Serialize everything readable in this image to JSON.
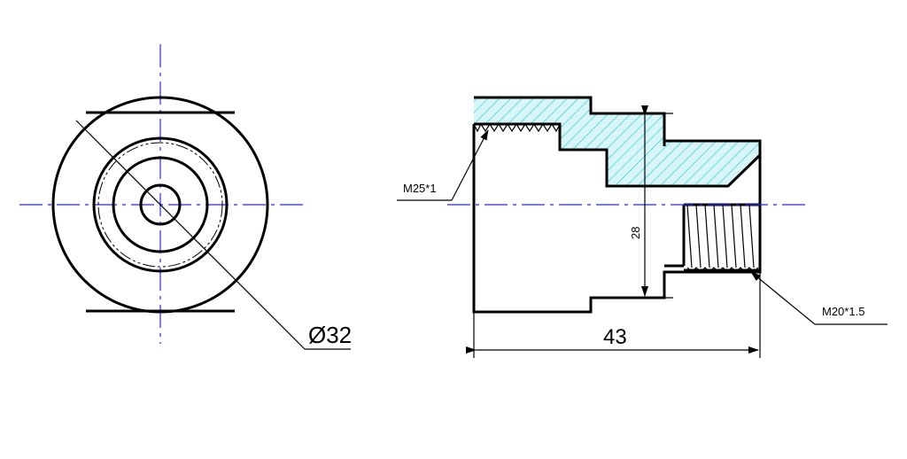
{
  "drawing": {
    "dimensions": {
      "diameter": "Ø32",
      "length": "43",
      "height": "28"
    },
    "callouts": {
      "thread_large": "M25*1",
      "thread_small": "M20*1.5"
    },
    "colors": {
      "object_line": "#000000",
      "center_line": "#2b2bd6",
      "hatch": "#2ec8d4",
      "hatch_fill": "#d8f6f8"
    }
  }
}
